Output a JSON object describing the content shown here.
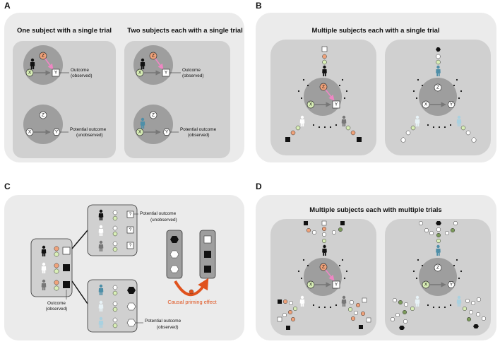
{
  "panels": {
    "a": {
      "letter": "A",
      "left_heading": "One subject with a single trial",
      "right_heading": "Two subjects each with a single trial"
    },
    "b": {
      "letter": "B",
      "heading": "Multiple subjects each with a single trial"
    },
    "c": {
      "letter": "C"
    },
    "d": {
      "letter": "D",
      "heading": "Multiple subjects each with multiple trials"
    }
  },
  "nodes": {
    "z": "Z",
    "x": "X",
    "y": "Y",
    "q": "?"
  },
  "labels": {
    "outcome": "Outcome",
    "observed": "(observed)",
    "potential_outcome": "Potential outcome",
    "unobserved": "(unobserved)",
    "causal_priming": "Causal priming effect"
  },
  "colors": {
    "panel_bg": "#ebebeb",
    "inner_bg": "#d0d0d0",
    "circle": "#9e9e9e",
    "z_orange": "#f0a27a",
    "x_green": "#d9efb7",
    "pink_arrow": "#ef86c4",
    "teal": "#4e8fa8",
    "light_teal": "#a9d1e0",
    "olive": "#7c9a5b",
    "arrow_red": "#e0521d"
  }
}
